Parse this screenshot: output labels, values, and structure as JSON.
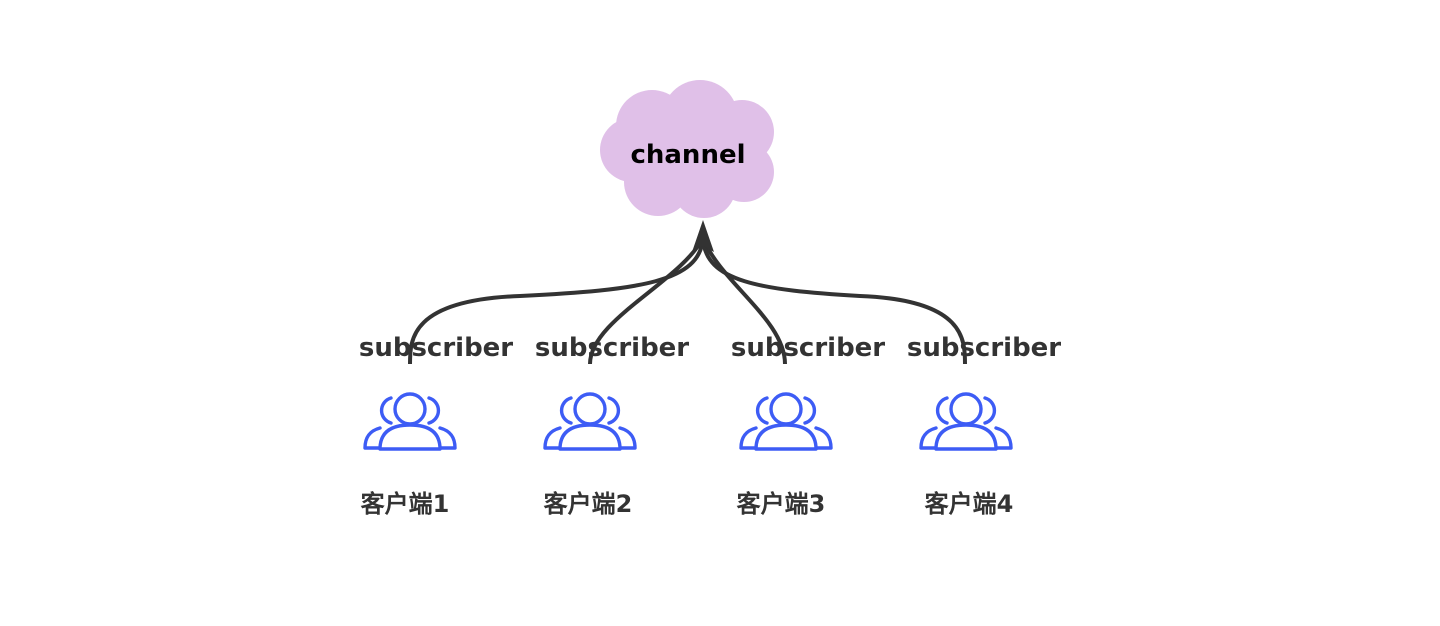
{
  "channel": {
    "label": "channel",
    "fill_color": "#e0c0e8"
  },
  "subscribers": [
    {
      "role_label": "subscriber",
      "client_label": "客户端1"
    },
    {
      "role_label": "subscriber",
      "client_label": "客户端2"
    },
    {
      "role_label": "subscriber",
      "client_label": "客户端3"
    },
    {
      "role_label": "subscriber",
      "client_label": "客户端4"
    }
  ],
  "icon": {
    "name": "users-group-icon",
    "color": "#3d5cf5"
  },
  "connector_color": "#333333",
  "text_color": "#333333"
}
